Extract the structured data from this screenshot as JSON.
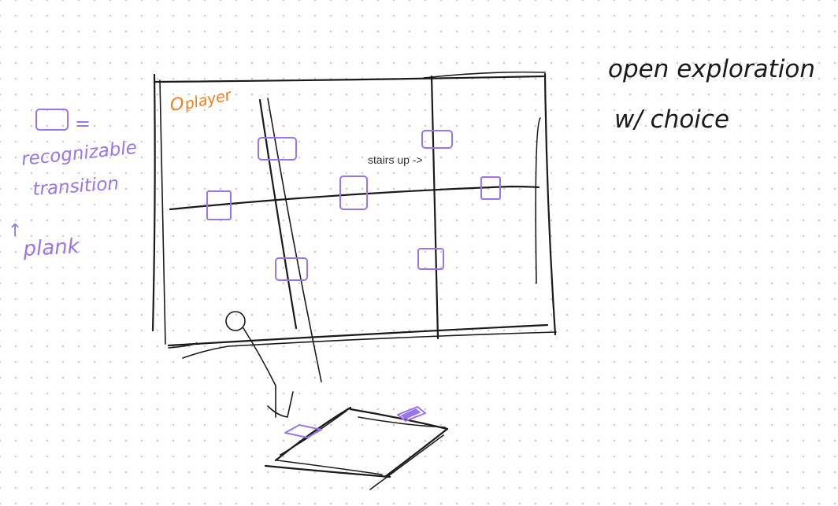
{
  "note_title": "open exploration w/ choice",
  "note_title_line1": "open exploration",
  "note_title_line2": "w/ choice",
  "legend_symbol": "=",
  "legend_line1": "recognizable",
  "legend_line2": "transition",
  "legend_line3": "plank",
  "legend_arrow": "↑",
  "player_marker": "O",
  "player_label": "player",
  "stairs_label": "stairs up ->",
  "colors": {
    "ink": "#1a1a1a",
    "transition_marker": "#9a74ea",
    "player": "#f07f1d",
    "dot_grid": "#c9c9c9"
  }
}
